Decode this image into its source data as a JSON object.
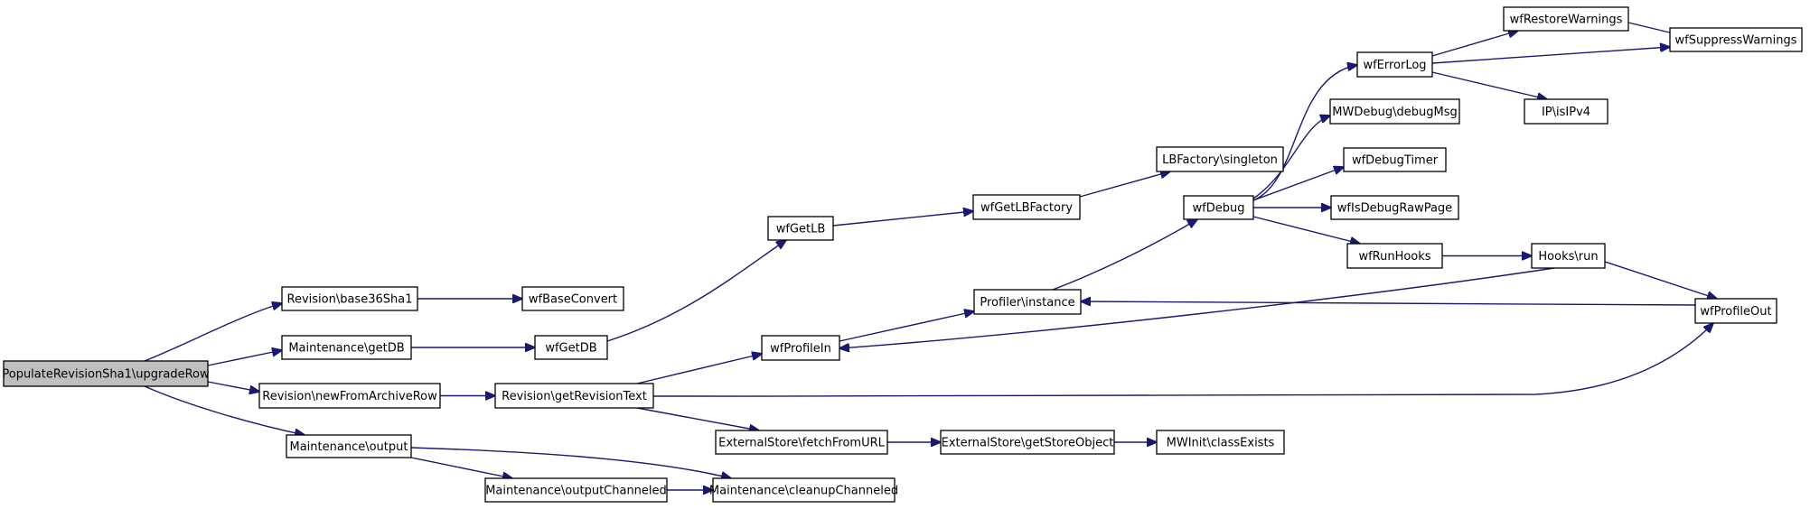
{
  "diagram": {
    "type": "call-graph",
    "colors": {
      "edge": "#191970",
      "root_fill": "#bfbfbf",
      "node_fill": "#ffffff",
      "node_border": "#000000"
    },
    "nodes": [
      {
        "id": "upgradeRow",
        "label": "PopulateRevisionSha1\\upgradeRow",
        "root": true
      },
      {
        "id": "base36Sha1",
        "label": "Revision\\base36Sha1"
      },
      {
        "id": "getDB",
        "label": "Maintenance\\getDB"
      },
      {
        "id": "newFromArchiveRow",
        "label": "Revision\\newFromArchiveRow"
      },
      {
        "id": "output",
        "label": "Maintenance\\output"
      },
      {
        "id": "outputChanneled",
        "label": "Maintenance\\outputChanneled"
      },
      {
        "id": "cleanupChanneled",
        "label": "Maintenance\\cleanupChanneled"
      },
      {
        "id": "wfBaseConvert",
        "label": "wfBaseConvert"
      },
      {
        "id": "wfGetDB",
        "label": "wfGetDB"
      },
      {
        "id": "getRevisionText",
        "label": "Revision\\getRevisionText"
      },
      {
        "id": "wfGetLB",
        "label": "wfGetLB"
      },
      {
        "id": "wfProfileIn",
        "label": "wfProfileIn"
      },
      {
        "id": "fetchFromURL",
        "label": "ExternalStore\\fetchFromURL"
      },
      {
        "id": "getStoreObject",
        "label": "ExternalStore\\getStoreObject"
      },
      {
        "id": "classExists",
        "label": "MWInit\\classExists"
      },
      {
        "id": "wfGetLBFactory",
        "label": "wfGetLBFactory"
      },
      {
        "id": "profilerInstance",
        "label": "Profiler\\instance"
      },
      {
        "id": "singleton",
        "label": "LBFactory\\singleton"
      },
      {
        "id": "wfDebug",
        "label": "wfDebug"
      },
      {
        "id": "wfErrorLog",
        "label": "wfErrorLog"
      },
      {
        "id": "debugMsg",
        "label": "MWDebug\\debugMsg"
      },
      {
        "id": "wfDebugTimer",
        "label": "wfDebugTimer"
      },
      {
        "id": "wfIsDebugRawPage",
        "label": "wfIsDebugRawPage"
      },
      {
        "id": "wfRunHooks",
        "label": "wfRunHooks"
      },
      {
        "id": "wfRestoreWarnings",
        "label": "wfRestoreWarnings"
      },
      {
        "id": "wfSuppressWarnings",
        "label": "wfSuppressWarnings"
      },
      {
        "id": "isIPv4",
        "label": "IP\\isIPv4"
      },
      {
        "id": "hooksRun",
        "label": "Hooks\\run"
      },
      {
        "id": "wfProfileOut",
        "label": "wfProfileOut"
      }
    ],
    "edges": [
      {
        "from": "upgradeRow",
        "to": "base36Sha1"
      },
      {
        "from": "upgradeRow",
        "to": "getDB"
      },
      {
        "from": "upgradeRow",
        "to": "newFromArchiveRow"
      },
      {
        "from": "upgradeRow",
        "to": "output"
      },
      {
        "from": "base36Sha1",
        "to": "wfBaseConvert"
      },
      {
        "from": "getDB",
        "to": "wfGetDB"
      },
      {
        "from": "wfGetDB",
        "to": "wfGetLB"
      },
      {
        "from": "wfGetLB",
        "to": "wfGetLBFactory"
      },
      {
        "from": "wfGetLBFactory",
        "to": "singleton"
      },
      {
        "from": "newFromArchiveRow",
        "to": "getRevisionText"
      },
      {
        "from": "getRevisionText",
        "to": "wfProfileIn"
      },
      {
        "from": "getRevisionText",
        "to": "fetchFromURL"
      },
      {
        "from": "getRevisionText",
        "to": "wfProfileOut"
      },
      {
        "from": "fetchFromURL",
        "to": "getStoreObject"
      },
      {
        "from": "getStoreObject",
        "to": "classExists"
      },
      {
        "from": "output",
        "to": "outputChanneled"
      },
      {
        "from": "output",
        "to": "cleanupChanneled"
      },
      {
        "from": "outputChanneled",
        "to": "cleanupChanneled"
      },
      {
        "from": "wfProfileIn",
        "to": "profilerInstance"
      },
      {
        "from": "profilerInstance",
        "to": "wfDebug"
      },
      {
        "from": "wfDebug",
        "to": "wfErrorLog"
      },
      {
        "from": "wfDebug",
        "to": "debugMsg"
      },
      {
        "from": "wfDebug",
        "to": "wfDebugTimer"
      },
      {
        "from": "wfDebug",
        "to": "wfIsDebugRawPage"
      },
      {
        "from": "wfDebug",
        "to": "wfRunHooks"
      },
      {
        "from": "wfErrorLog",
        "to": "wfRestoreWarnings"
      },
      {
        "from": "wfErrorLog",
        "to": "wfSuppressWarnings"
      },
      {
        "from": "wfErrorLog",
        "to": "isIPv4"
      },
      {
        "from": "wfRestoreWarnings",
        "to": "wfSuppressWarnings"
      },
      {
        "from": "wfRunHooks",
        "to": "hooksRun"
      },
      {
        "from": "hooksRun",
        "to": "wfProfileIn"
      },
      {
        "from": "hooksRun",
        "to": "wfProfileOut"
      },
      {
        "from": "wfProfileOut",
        "to": "profilerInstance"
      }
    ]
  }
}
